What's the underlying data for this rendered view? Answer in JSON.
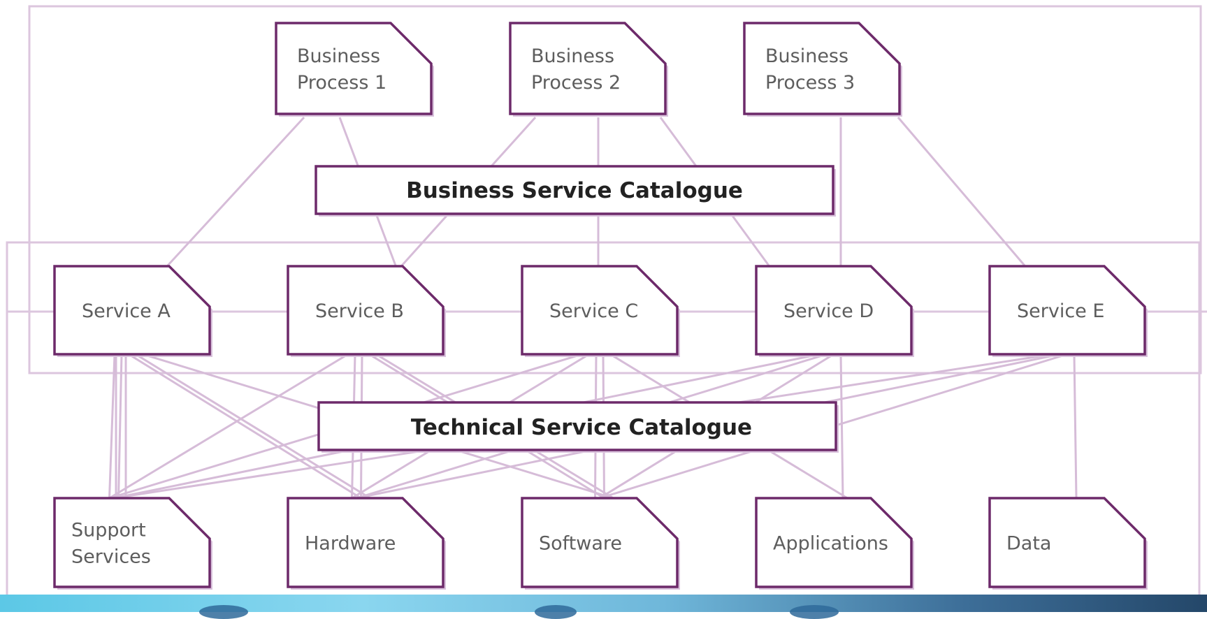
{
  "colors": {
    "node_border": "#6d2a6a",
    "connector": "#d6bcd8",
    "frame": "#dcc6de",
    "node_text": "#5d5d5d",
    "catalogue_text": "#222222"
  },
  "business_processes": [
    {
      "id": "bp1",
      "lines": [
        "Business",
        "Process 1"
      ]
    },
    {
      "id": "bp2",
      "lines": [
        "Business",
        "Process 2"
      ]
    },
    {
      "id": "bp3",
      "lines": [
        "Business",
        "Process 3"
      ]
    }
  ],
  "business_catalogue": {
    "label": "Business Service Catalogue"
  },
  "services": [
    {
      "id": "svcA",
      "label": "Service A"
    },
    {
      "id": "svcB",
      "label": "Service B"
    },
    {
      "id": "svcC",
      "label": "Service C"
    },
    {
      "id": "svcD",
      "label": "Service D"
    },
    {
      "id": "svcE",
      "label": "Service E"
    }
  ],
  "technical_catalogue": {
    "label": "Technical Service Catalogue"
  },
  "components": [
    {
      "id": "support",
      "lines": [
        "Support",
        "Services"
      ]
    },
    {
      "id": "hardware",
      "lines": [
        "Hardware"
      ]
    },
    {
      "id": "software",
      "lines": [
        "Software"
      ]
    },
    {
      "id": "applications",
      "lines": [
        "Applications"
      ]
    },
    {
      "id": "data",
      "lines": [
        "Data"
      ]
    }
  ]
}
